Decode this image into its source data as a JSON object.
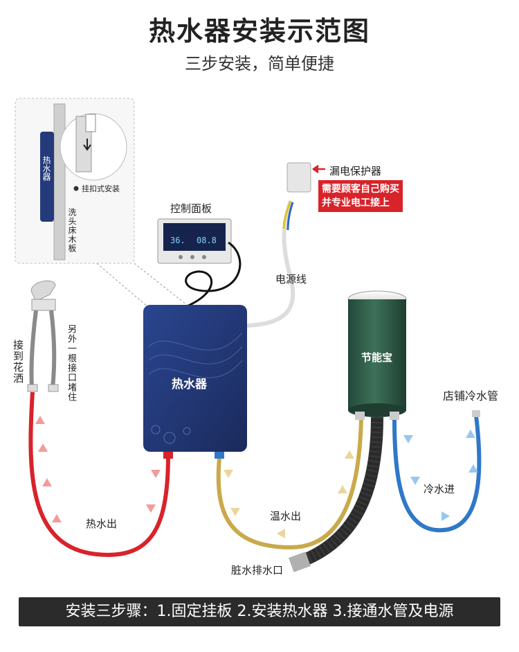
{
  "header": {
    "title": "热水器安装示范图",
    "subtitle": "三步安装，简单便捷"
  },
  "inset": {
    "heater_label": "热水器",
    "mount_note": "挂扣式安装",
    "board_label": "洗头床木板"
  },
  "labels": {
    "control_panel": "控制面板",
    "panel_readout_left": "36.",
    "panel_readout_right": "08.8",
    "leakage_protector": "漏电保护器",
    "warning_line1": "需要顾客自己购买",
    "warning_line2": "并专业电工接上",
    "power_cord": "电源线",
    "heater": "热水器",
    "shower": "接到花洒",
    "plug_other": "另外一根接口堵住",
    "energy_saver": "节能宝",
    "shop_cold_pipe": "店铺冷水管",
    "hot_out": "热水出",
    "warm_out": "温水出",
    "cold_in": "冷水进",
    "drain": "脏水排水口"
  },
  "footer": {
    "steps": "安装三步骤：1.固定挂板 2.安装热水器 3.接通水管及电源"
  },
  "colors": {
    "heater_body": "#243a7a",
    "hot_pipe": "#d8232a",
    "warm_pipe": "#c9a94a",
    "cold_pipe": "#2f78c8",
    "saver_body": "#2e5a45",
    "warning_bg": "#d8232a"
  }
}
